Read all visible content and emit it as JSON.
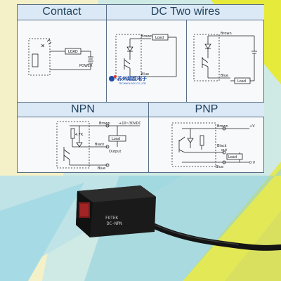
{
  "panels": {
    "contact": {
      "title": "Contact",
      "labels": {
        "load": "LOAD",
        "power": "POWER"
      }
    },
    "dc_two_wires": {
      "title": "DC Two wires",
      "left": {
        "brown": "Brown",
        "blue": "Blue",
        "load": "Load"
      },
      "right": {
        "brown": "Brown",
        "blue": "Blue",
        "load": "Load"
      }
    },
    "npn": {
      "title": "NPN",
      "labels": {
        "brown": "Brown",
        "voltage": "+10~30VDC",
        "resistor": "4.7K",
        "load": "Load",
        "black": "Black",
        "output": "Output",
        "blue": "Blue"
      }
    },
    "pnp": {
      "title": "PNP",
      "labels": {
        "brown": "Brown",
        "plus_v": "+V",
        "black": "Black",
        "out": "out",
        "load": "Load",
        "blue": "Blue",
        "zero_v": "0 V"
      }
    }
  },
  "watermark": {
    "cn": "苏州超胜电子",
    "en": "TECHNOLOGY CO.,LTD"
  },
  "sensor": {
    "brand": "FOTEK",
    "model_prefix": "DC-",
    "model": "DC-NPN"
  },
  "colors": {
    "panel_bg": "#f7f9fb",
    "header_bg": "#dbe8f5",
    "border": "#5a6f86",
    "accent_yellow": "#e6ea3a",
    "accent_blue": "#3a7fd0",
    "sensor_body": "#1a1a1a",
    "sensor_lens": "#8b1a1a"
  }
}
